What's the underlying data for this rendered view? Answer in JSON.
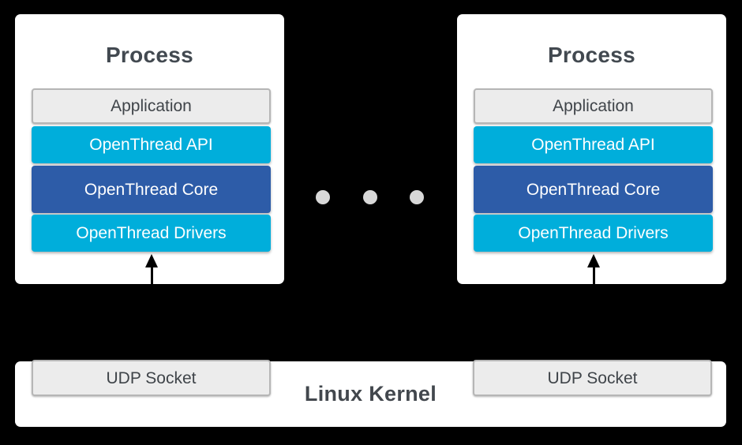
{
  "colors": {
    "background": "#000000",
    "panel": "#ffffff",
    "cyan": "#00aedb",
    "navy": "#2d5ca8",
    "gray_box_fill": "#ececec",
    "gray_box_border": "#b6b6b6",
    "dark_text": "#424950",
    "light_text": "#ffffff",
    "dot": "#d8d8d8",
    "arrow": "#000000"
  },
  "processes": [
    {
      "title": "Process",
      "layers": [
        {
          "label": "Application",
          "style": "gray"
        },
        {
          "label": "OpenThread API",
          "style": "cyan"
        },
        {
          "label": "OpenThread Core",
          "style": "navy"
        },
        {
          "label": "OpenThread Drivers",
          "style": "cyan"
        }
      ]
    },
    {
      "title": "Process",
      "layers": [
        {
          "label": "Application",
          "style": "gray"
        },
        {
          "label": "OpenThread API",
          "style": "cyan"
        },
        {
          "label": "OpenThread Core",
          "style": "navy"
        },
        {
          "label": "OpenThread Drivers",
          "style": "cyan"
        }
      ]
    }
  ],
  "ellipsis": {
    "dot_count": 3
  },
  "kernel": {
    "title": "Linux Kernel",
    "sockets": [
      "UDP Socket",
      "UDP Socket"
    ]
  }
}
